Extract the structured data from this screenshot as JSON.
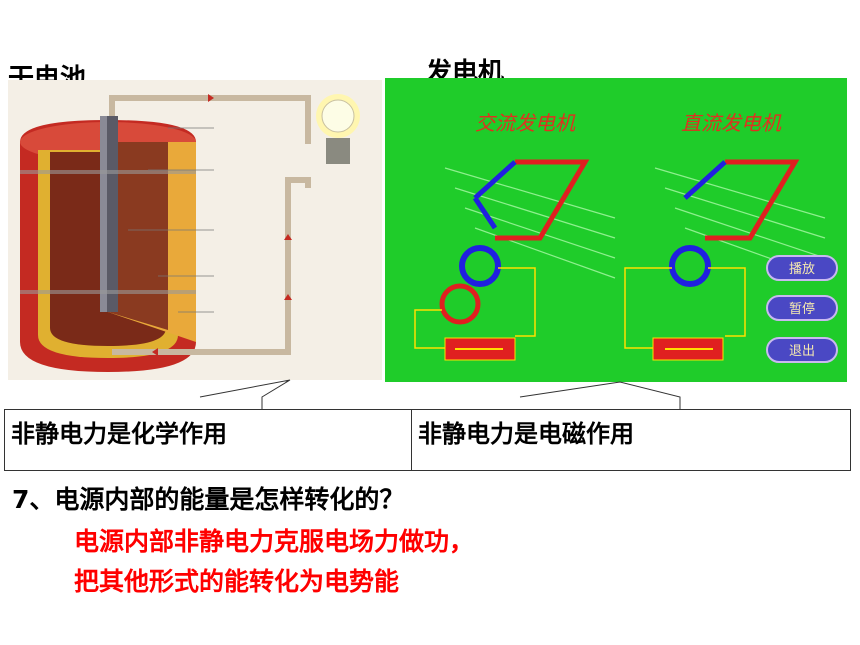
{
  "battery": {
    "title": "干电池"
  },
  "generator": {
    "title": "发电机",
    "ac_label": "交流发电机",
    "dc_label": "直流发电机",
    "buttons": {
      "play": "播放",
      "pause": "暂停",
      "exit": "退出"
    }
  },
  "callouts": {
    "chemical": "非静电力是化学作用",
    "electromagnetic": "非静电力是电磁作用"
  },
  "question": "7、电源内部的能量是怎样转化的？",
  "answer": {
    "line1": "电源内部非静电力克服电场力做功，",
    "line2": "把其他形式的能转化为电势能"
  },
  "colors": {
    "generator_bg": "#1fcc2a",
    "answer_text": "#ff0000",
    "button_bg": "#4a48c4"
  }
}
